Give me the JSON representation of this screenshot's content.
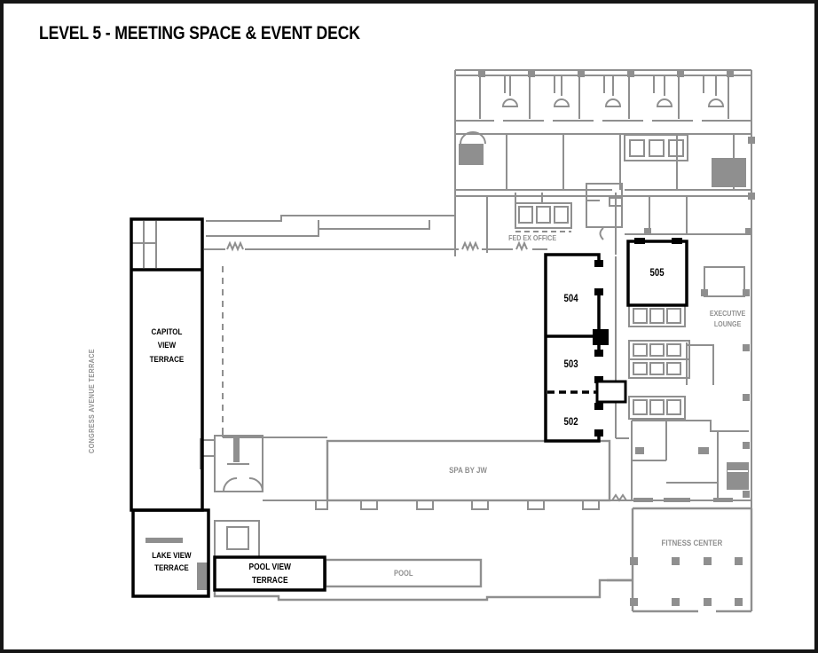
{
  "title": "LEVEL 5 - MEETING SPACE & EVENT DECK",
  "areas": {
    "congress_avenue_terrace": "CONGRESS AVENUE TERRACE",
    "capitol_view_terrace": "CAPITOL\nVIEW\nTERRACE",
    "lake_view_terrace": "LAKE VIEW\nTERRACE",
    "pool_view_terrace": "POOL VIEW\nTERRACE",
    "pool": "POOL",
    "spa": "SPA BY JW",
    "fed_ex_office": "FED EX OFFICE",
    "executive_lounge": "EXECUTIVE\nLOUNGE",
    "fitness_center": "FITNESS CENTER"
  },
  "meeting_rooms": [
    {
      "number": "502"
    },
    {
      "number": "503"
    },
    {
      "number": "504"
    },
    {
      "number": "505"
    }
  ],
  "colors": {
    "wall_black": "#000000",
    "wall_gray": "#8f8f8f",
    "label_gray": "#8f8f8f",
    "background": "#ffffff"
  }
}
